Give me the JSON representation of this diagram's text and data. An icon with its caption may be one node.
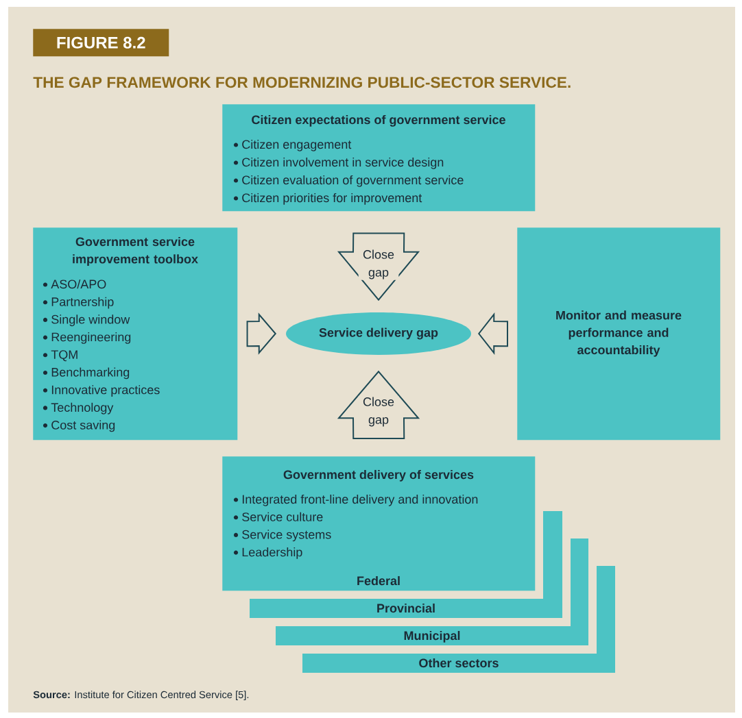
{
  "diagram": {
    "title": "THE GAP FRAMEWORK FOR MODERNIZING PUBLIC-SECTOR SERVICE.",
    "caption": "**Source:** Institute for Citizen Centred Service [5].",
    "labels": [
      "FIGURE 8.2"
    ],
    "nodes": [
      {
        "text": [
          "Citizen expectations of government service",
          "Citizen engagement",
          "Citizen involvement in service design",
          "Citizen evaluation of government service",
          "Citizen priorities for improvement"
        ]
      },
      {
        "text": [
          "Government service improvement toolbox",
          "ASO/APO",
          "Partnership",
          "Single window",
          "Reengineering",
          "TQM",
          "Benchmarking",
          "Innovative practices",
          "Technology",
          "Cost saving"
        ]
      },
      {
        "text": [
          "Monitor and measure performance and accountability"
        ]
      },
      {
        "text": [
          "Service delivery gap"
        ]
      },
      {
        "text": [
          "Government delivery of services",
          "Integrated front-line delivery and innovation",
          "Service culture",
          "Service systems",
          "Leadership",
          "Federal"
        ]
      },
      {
        "text": [
          "Provincial"
        ]
      },
      {
        "text": [
          "Municipal"
        ]
      },
      {
        "text": [
          "Other sectors"
        ]
      }
    ],
    "edges": [
      {
        "from": 0,
        "to": 3,
        "arrow": "to",
        "label": "Close gap"
      },
      {
        "from": 4,
        "to": 3,
        "arrow": "to",
        "label": "Close gap"
      },
      {
        "from": 1,
        "to": 3,
        "arrow": "to"
      },
      {
        "from": 2,
        "to": 3,
        "arrow": "to"
      }
    ]
  }
}
